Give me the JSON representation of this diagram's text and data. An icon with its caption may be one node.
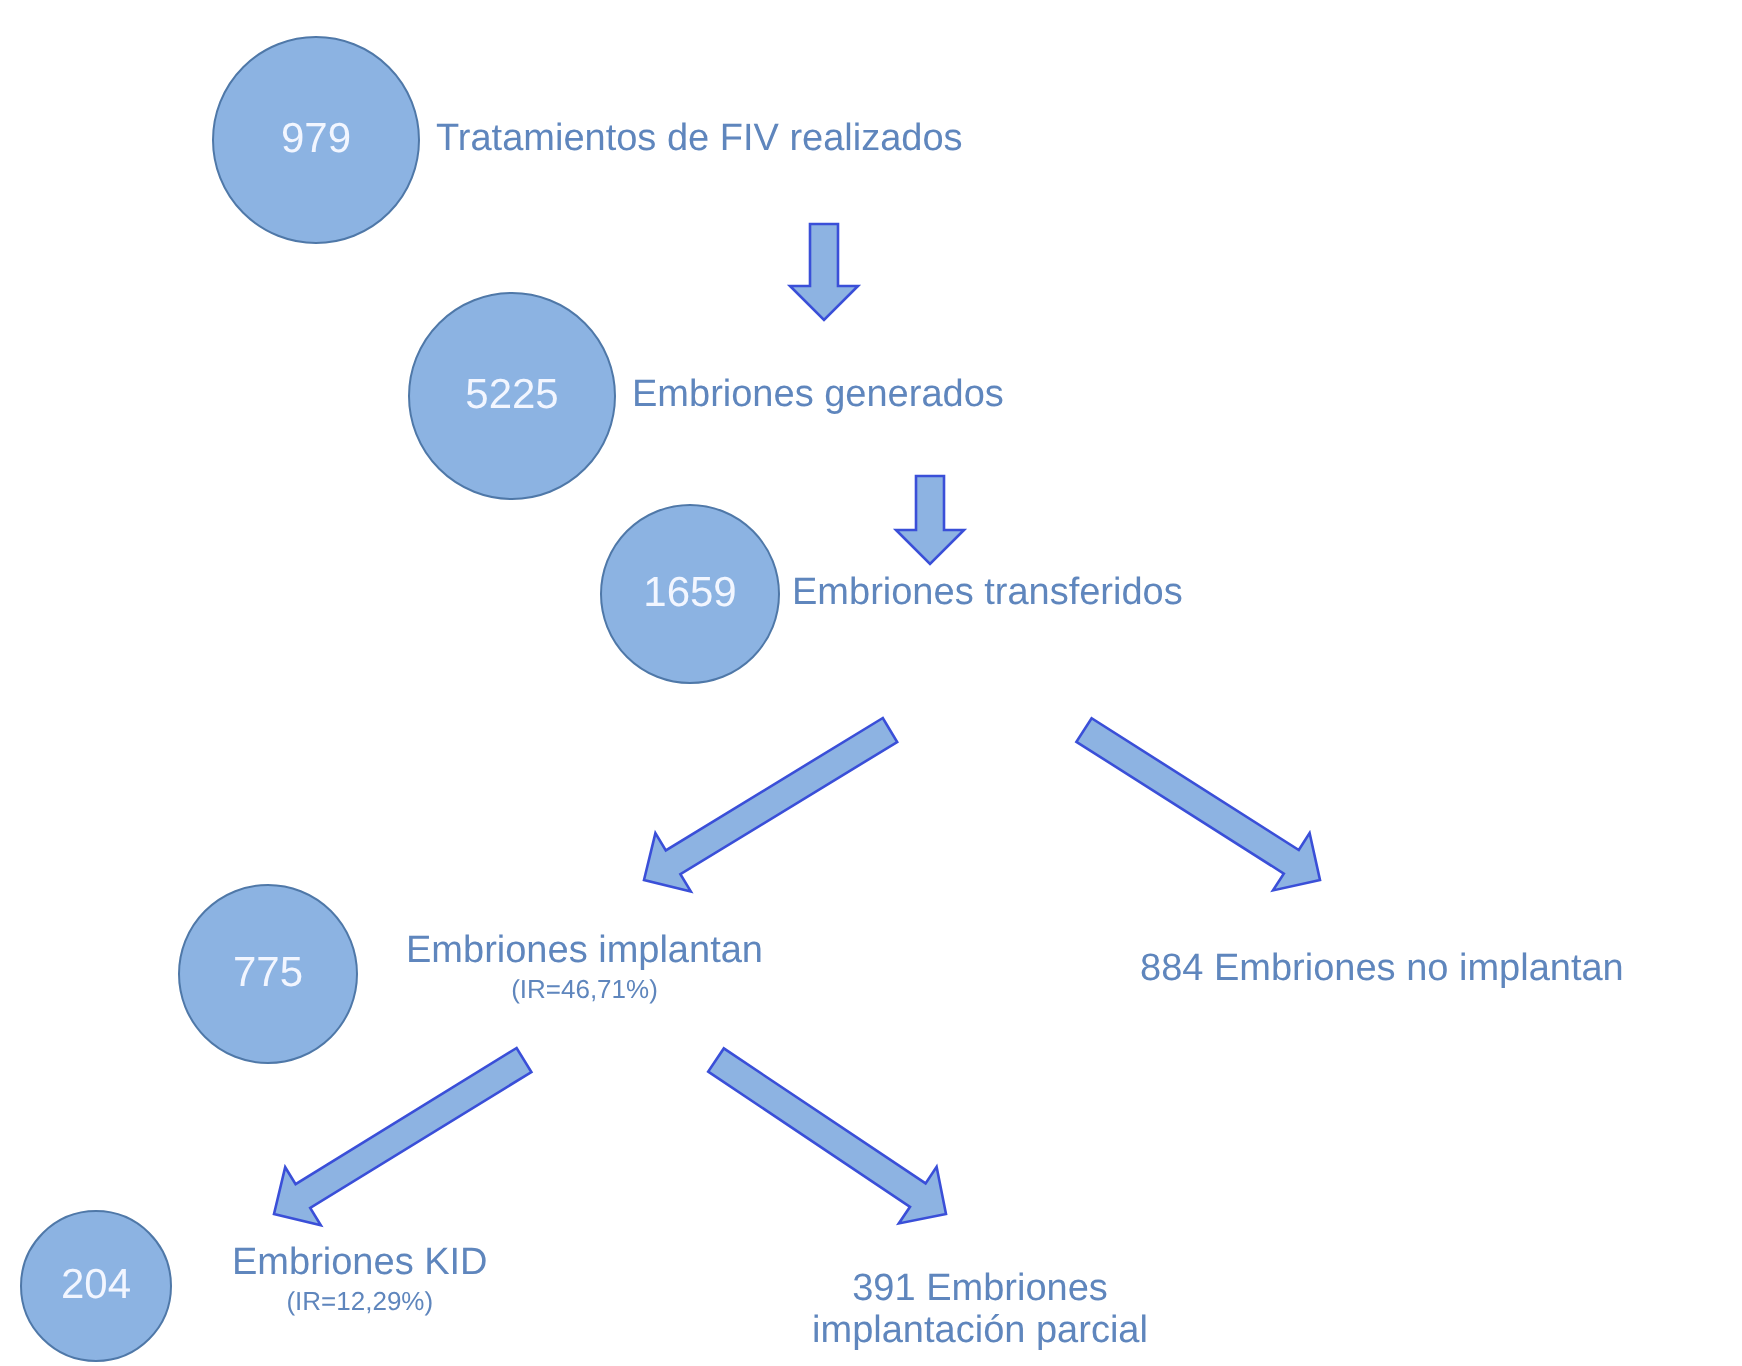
{
  "diagram": {
    "nodes": [
      {
        "text": [
          "979"
        ],
        "beside": [
          "Tratamientos de FIV realizados"
        ]
      },
      {
        "text": [
          "5225"
        ],
        "beside": [
          "Embriones generados"
        ]
      },
      {
        "text": [
          "1659"
        ],
        "beside": [
          "Embriones transferidos"
        ]
      },
      {
        "text": [
          "775"
        ],
        "beside": [
          "Embriones implantan",
          "(IR=46,71%)"
        ]
      },
      {
        "text": [
          "884 Embriones no implantan"
        ]
      },
      {
        "text": [
          "204"
        ],
        "beside": [
          "Embriones KID",
          "(IR=12,29%)"
        ]
      },
      {
        "text": [
          "391 Embriones implantación parcial"
        ]
      }
    ],
    "edges": [
      {
        "from": 0,
        "to": 1,
        "arrow": "to"
      },
      {
        "from": 1,
        "to": 2,
        "arrow": "to"
      },
      {
        "from": 2,
        "to": 3,
        "arrow": "to"
      },
      {
        "from": 2,
        "to": 4,
        "arrow": "to"
      },
      {
        "from": 3,
        "to": 5,
        "arrow": "to"
      },
      {
        "from": 3,
        "to": 6,
        "arrow": "to"
      }
    ]
  }
}
